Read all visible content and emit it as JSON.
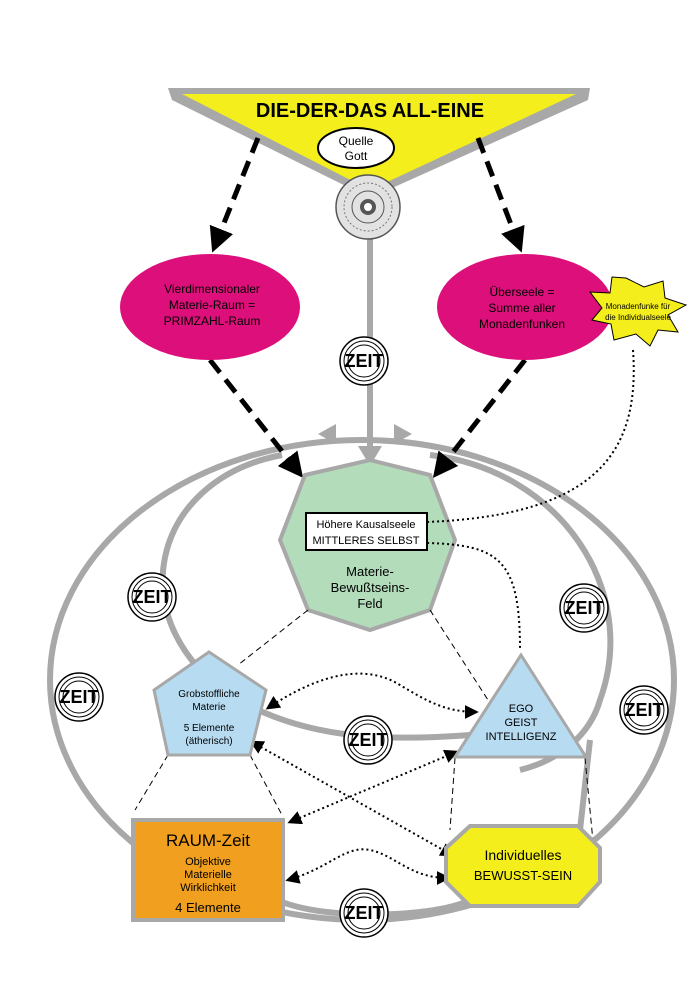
{
  "top": {
    "title": "DIE-DER-DAS ALL-EINE",
    "source_line1": "Quelle",
    "source_line2": "Gott"
  },
  "left_oval": {
    "line1": "Vierdimensionaler",
    "line2": "Materie-Raum =",
    "line3": "PRIMZAHL-Raum"
  },
  "right_oval": {
    "line1": "Überseele =",
    "line2": "Summe aller",
    "line3": "Monadenfunken"
  },
  "star": {
    "line1": "Monadenfunke für",
    "line2": "die Individualseele"
  },
  "center": {
    "box_line1": "Höhere Kausalseele",
    "box_line2": "MITTLERES SELBST",
    "label_line1": "Materie-",
    "label_line2": "Bewußtseins-",
    "label_line3": "Feld"
  },
  "pentagon": {
    "line1": "Grobstoffliche",
    "line2": "Materie",
    "line3": "5 Elemente",
    "line4": "(ätherisch)"
  },
  "triangle": {
    "line1": "EGO",
    "line2": "GEIST",
    "line3": "INTELLIGENZ"
  },
  "raum": {
    "line1": "RAUM-Zeit",
    "line2": "Objektive",
    "line3": "Materielle",
    "line4": "Wirklichkeit",
    "line5": "4 Elemente"
  },
  "individual": {
    "line1": "Individuelles",
    "line2": "BEWUSST-SEIN"
  },
  "zeit_label": "ZEIT",
  "colors": {
    "yellow": "#f3ee1c",
    "magenta": "#dd0f7a",
    "green": "#b3dcbb",
    "light_blue": "#b7dcf2",
    "orange": "#f0a01e",
    "gray": "#a8a8a8"
  }
}
